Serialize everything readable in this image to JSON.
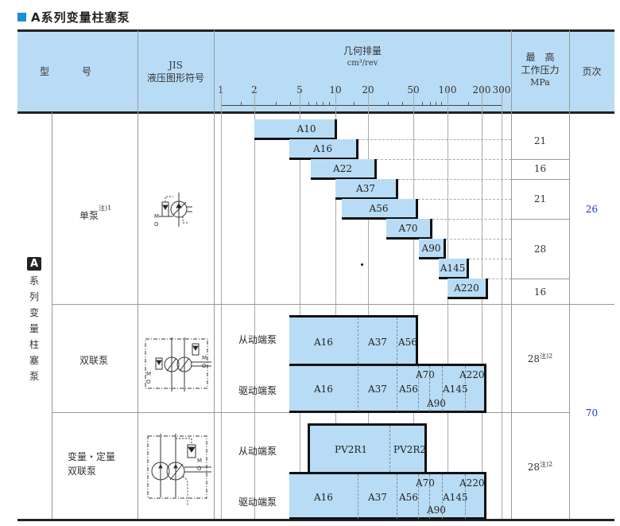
{
  "title": "A系列变量柱塞泵",
  "header": {
    "model_col": [
      "型",
      "号"
    ],
    "jis_col": [
      "JIS",
      "液压图形符号"
    ],
    "displacement_col": [
      "几何排量",
      "cm³/rev"
    ],
    "pressure_col": [
      "最　高",
      "工作压力",
      "MPa"
    ],
    "page_col": "页次"
  },
  "axis_ticks": [
    "1",
    "2",
    "5",
    "10",
    "20",
    "50",
    "100",
    "200",
    "300"
  ],
  "series_label": {
    "icon": "A",
    "text": [
      "系",
      "列",
      "变",
      "量",
      "柱",
      "塞",
      "泵"
    ]
  },
  "sections": [
    {
      "type_label": "单泵",
      "note": "注)1",
      "page": "26",
      "models": [
        "A10",
        "A16",
        "A22",
        "A37",
        "A56",
        "A70",
        "A90",
        "A145",
        "A220"
      ],
      "pressures": [
        "21",
        "16",
        "21",
        "28",
        "16"
      ]
    },
    {
      "type_label": "双联泵",
      "page": "70",
      "driven_label": "从动端泵",
      "drive_label": "驱动端泵",
      "driven_models": [
        "A16",
        "A37",
        "A56"
      ],
      "drive_models": [
        "A16",
        "A37",
        "A56",
        "A70",
        "A90",
        "A145",
        "A220"
      ],
      "pressure": "28",
      "pressure_note": "注)2"
    },
    {
      "type_label": [
        "变量・定量",
        "双联泵"
      ],
      "driven_label": "从动端泵",
      "drive_label": "驱动端泵",
      "driven_models": [
        "PV2R1",
        "PV2R2"
      ],
      "drive_models": [
        "A16",
        "A37",
        "A56",
        "A70",
        "A90",
        "A145",
        "A220"
      ],
      "pressure": "28",
      "pressure_note": "注)2"
    }
  ],
  "colors": {
    "accent": "#1a8fd6",
    "header_bg": "#b8dcf5",
    "page_link": "#2233dd"
  }
}
